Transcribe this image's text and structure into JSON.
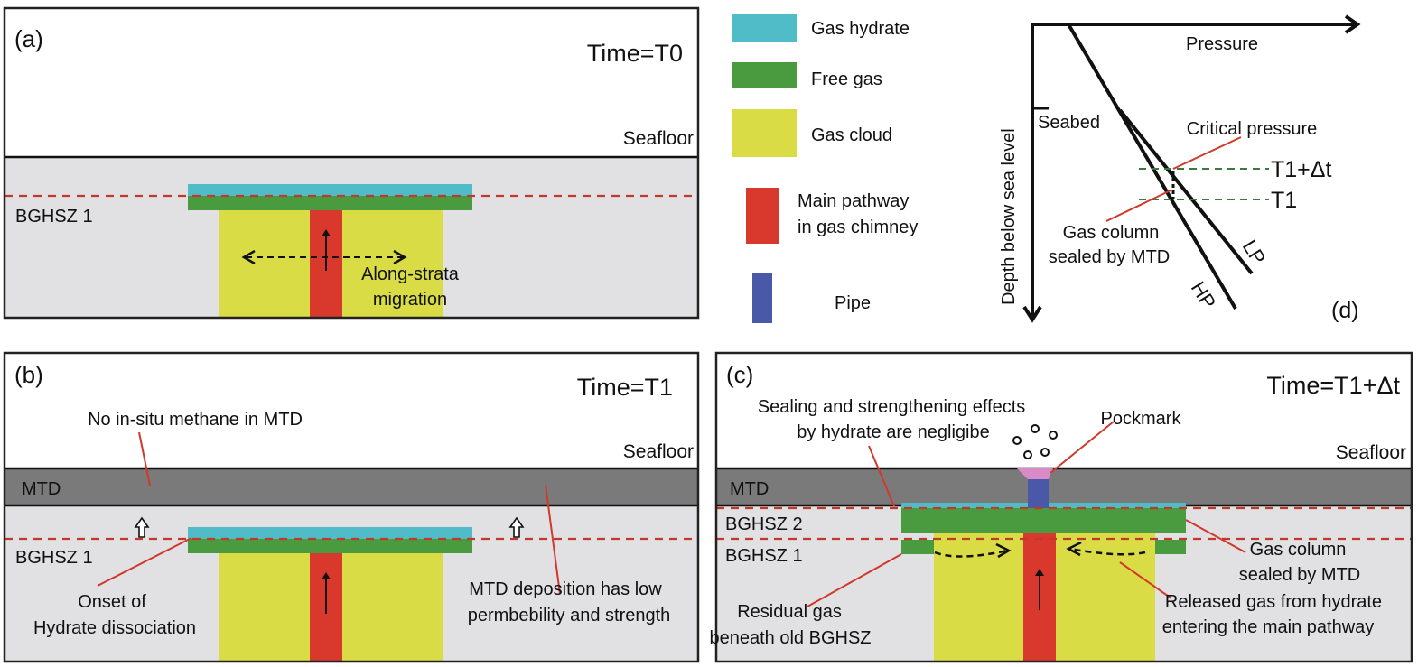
{
  "colors": {
    "gas_hydrate": "#4fbcc8",
    "free_gas": "#4a9a3f",
    "gas_cloud": "#d9dc44",
    "main_pathway": "#d9382c",
    "pipe": "#4a58a8",
    "pockmark": "#d98bc8",
    "mtd": "#7a7a7a",
    "sediment": "#e1e0e2",
    "bghsz_line": "#c0392b",
    "leader_line": "#d0392b",
    "time_line": "#3a7a3a"
  },
  "legend": {
    "items": [
      {
        "key": "gas_hydrate",
        "label": "Gas hydrate"
      },
      {
        "key": "free_gas",
        "label": "Free gas"
      },
      {
        "key": "gas_cloud",
        "label": "Gas cloud"
      },
      {
        "key": "main_pathway",
        "label_lines": [
          "Main pathway",
          "in gas chimney"
        ]
      },
      {
        "key": "pipe",
        "label": "Pipe"
      }
    ]
  },
  "panel_a": {
    "label": "(a)",
    "time": "Time=T0",
    "seafloor": "Seafloor",
    "bghsz": "BGHSZ 1",
    "annotation_lines": [
      "Along-strata",
      "migration"
    ]
  },
  "panel_b": {
    "label": "(b)",
    "time": "Time=T1",
    "seafloor": "Seafloor",
    "mtd": "MTD",
    "bghsz": "BGHSZ 1",
    "no_methane": "No in-situ methane in MTD",
    "onset_lines": [
      "Onset of",
      "Hydrate dissociation"
    ],
    "mtd_deposition_lines": [
      "MTD deposition has low",
      "permbebility and strength"
    ]
  },
  "panel_c": {
    "label": "(c)",
    "time": "Time=T1+Δt",
    "seafloor": "Seafloor",
    "mtd": "MTD",
    "bghsz2": "BGHSZ 2",
    "bghsz1": "BGHSZ 1",
    "sealing_lines": [
      "Sealing and strengthening effects",
      "by hydrate are negligibe"
    ],
    "pockmark": "Pockmark",
    "gas_column_lines": [
      "Gas column",
      "sealed by MTD"
    ],
    "residual_lines": [
      "Residual gas",
      "beneath old BGHSZ"
    ],
    "released_lines": [
      "Released gas from hydrate",
      "entering the main pathway"
    ]
  },
  "panel_d": {
    "label": "(d)",
    "x_axis": "Pressure",
    "y_axis": "Depth below  sea level",
    "seabed": "Seabed",
    "critical_pressure": "Critical pressure",
    "t1_dt": "T1+Δt",
    "t1": "T1",
    "gas_column_lines": [
      "Gas column",
      "sealed by MTD"
    ],
    "lp": "LP",
    "hp": "HP"
  }
}
